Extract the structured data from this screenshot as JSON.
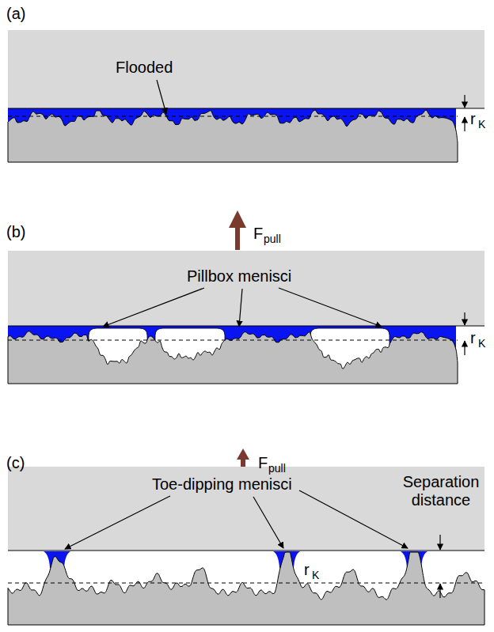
{
  "diagram": {
    "labels": [
      "(a)",
      "Flooded",
      "r",
      "K",
      "(b)",
      "F",
      "pull",
      "Pillbox menisci",
      "r",
      "K",
      "(c)",
      "F",
      "pull",
      "Toe-dipping menisci",
      "Separation distance",
      "r",
      "K"
    ]
  }
}
